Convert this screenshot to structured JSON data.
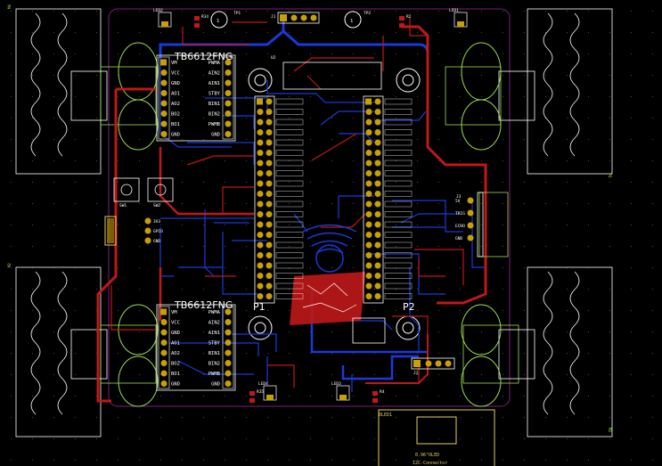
{
  "colors": {
    "background": "#000000",
    "grid": "#3a3a3a",
    "board_outline": "#7a1f7a",
    "trace_top": "#c01818",
    "trace_bottom": "#1a3ad8",
    "silk": "#ffffff",
    "courtyard": "#9cdc50",
    "pad": "#c8a000",
    "fab": "#e0d060"
  },
  "driver_top": {
    "name": "TB6612FNG",
    "left_pins": [
      "VM",
      "VCC",
      "GND",
      "AO1",
      "AO2",
      "BO2",
      "BO1",
      "GND"
    ],
    "right_pins": [
      "PWMA",
      "AIN2",
      "AIN1",
      "STBY",
      "BIN1",
      "BIN2",
      "PWMB",
      "GND"
    ]
  },
  "driver_bottom": {
    "name": "TB6612FNG",
    "left_pins": [
      "VM",
      "VCC",
      "GND",
      "AO1",
      "AO2",
      "BO2",
      "BO1",
      "GND"
    ],
    "right_pins": [
      "PWMA",
      "AIN2",
      "AIN1",
      "STBY",
      "BIN1",
      "BIN2",
      "PWMB",
      "GND"
    ]
  },
  "test_points": [
    {
      "ref": "TP1",
      "label": "1"
    },
    {
      "ref": "TP2",
      "label": "1"
    }
  ],
  "header_labels": {
    "p1": "P1",
    "p2": "P2",
    "j1": "J1",
    "j2": "J2",
    "j3": "J3",
    "u2": "U2"
  },
  "leds": [
    "LED2",
    "LED1",
    "LED3",
    "LED4"
  ],
  "resistors": [
    "R34",
    "R2",
    "R35",
    "R4"
  ],
  "switches": [
    "SW1",
    "SW2"
  ],
  "connector_pins": [
    "3V3",
    "GPIO",
    "GND"
  ],
  "sensor_pins": [
    "5V",
    "TRIG",
    "ECHO",
    "GND"
  ],
  "bottom_module": {
    "ref": "OLED1",
    "line1": "0.96\"OLED",
    "line2": "I2C-Connector"
  },
  "motor_refs": [
    "M1",
    "M2",
    "M3",
    "M4"
  ]
}
